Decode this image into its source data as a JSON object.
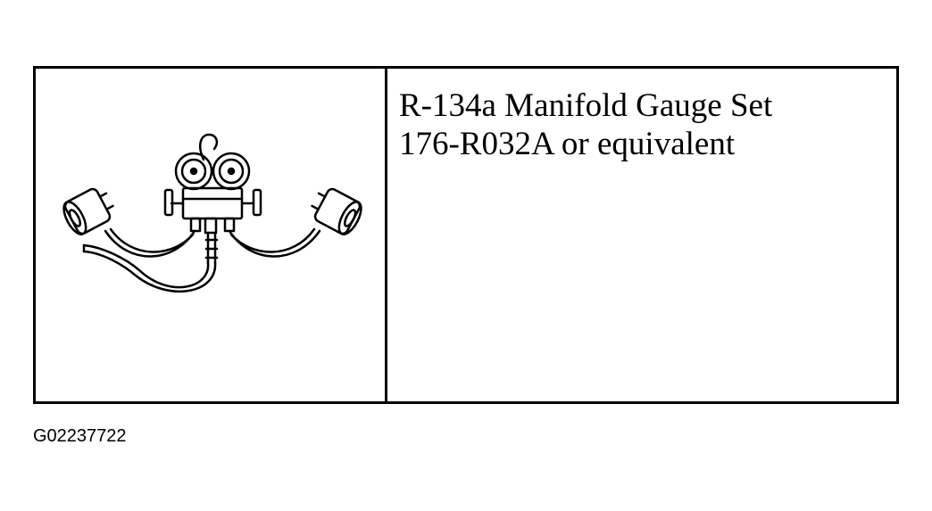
{
  "tool": {
    "name": "R-134a Manifold Gauge Set",
    "part_number": "176-R032A or equivalent",
    "illustration": "manifold-gauge-set-icon"
  },
  "figure_id": "G02237722"
}
